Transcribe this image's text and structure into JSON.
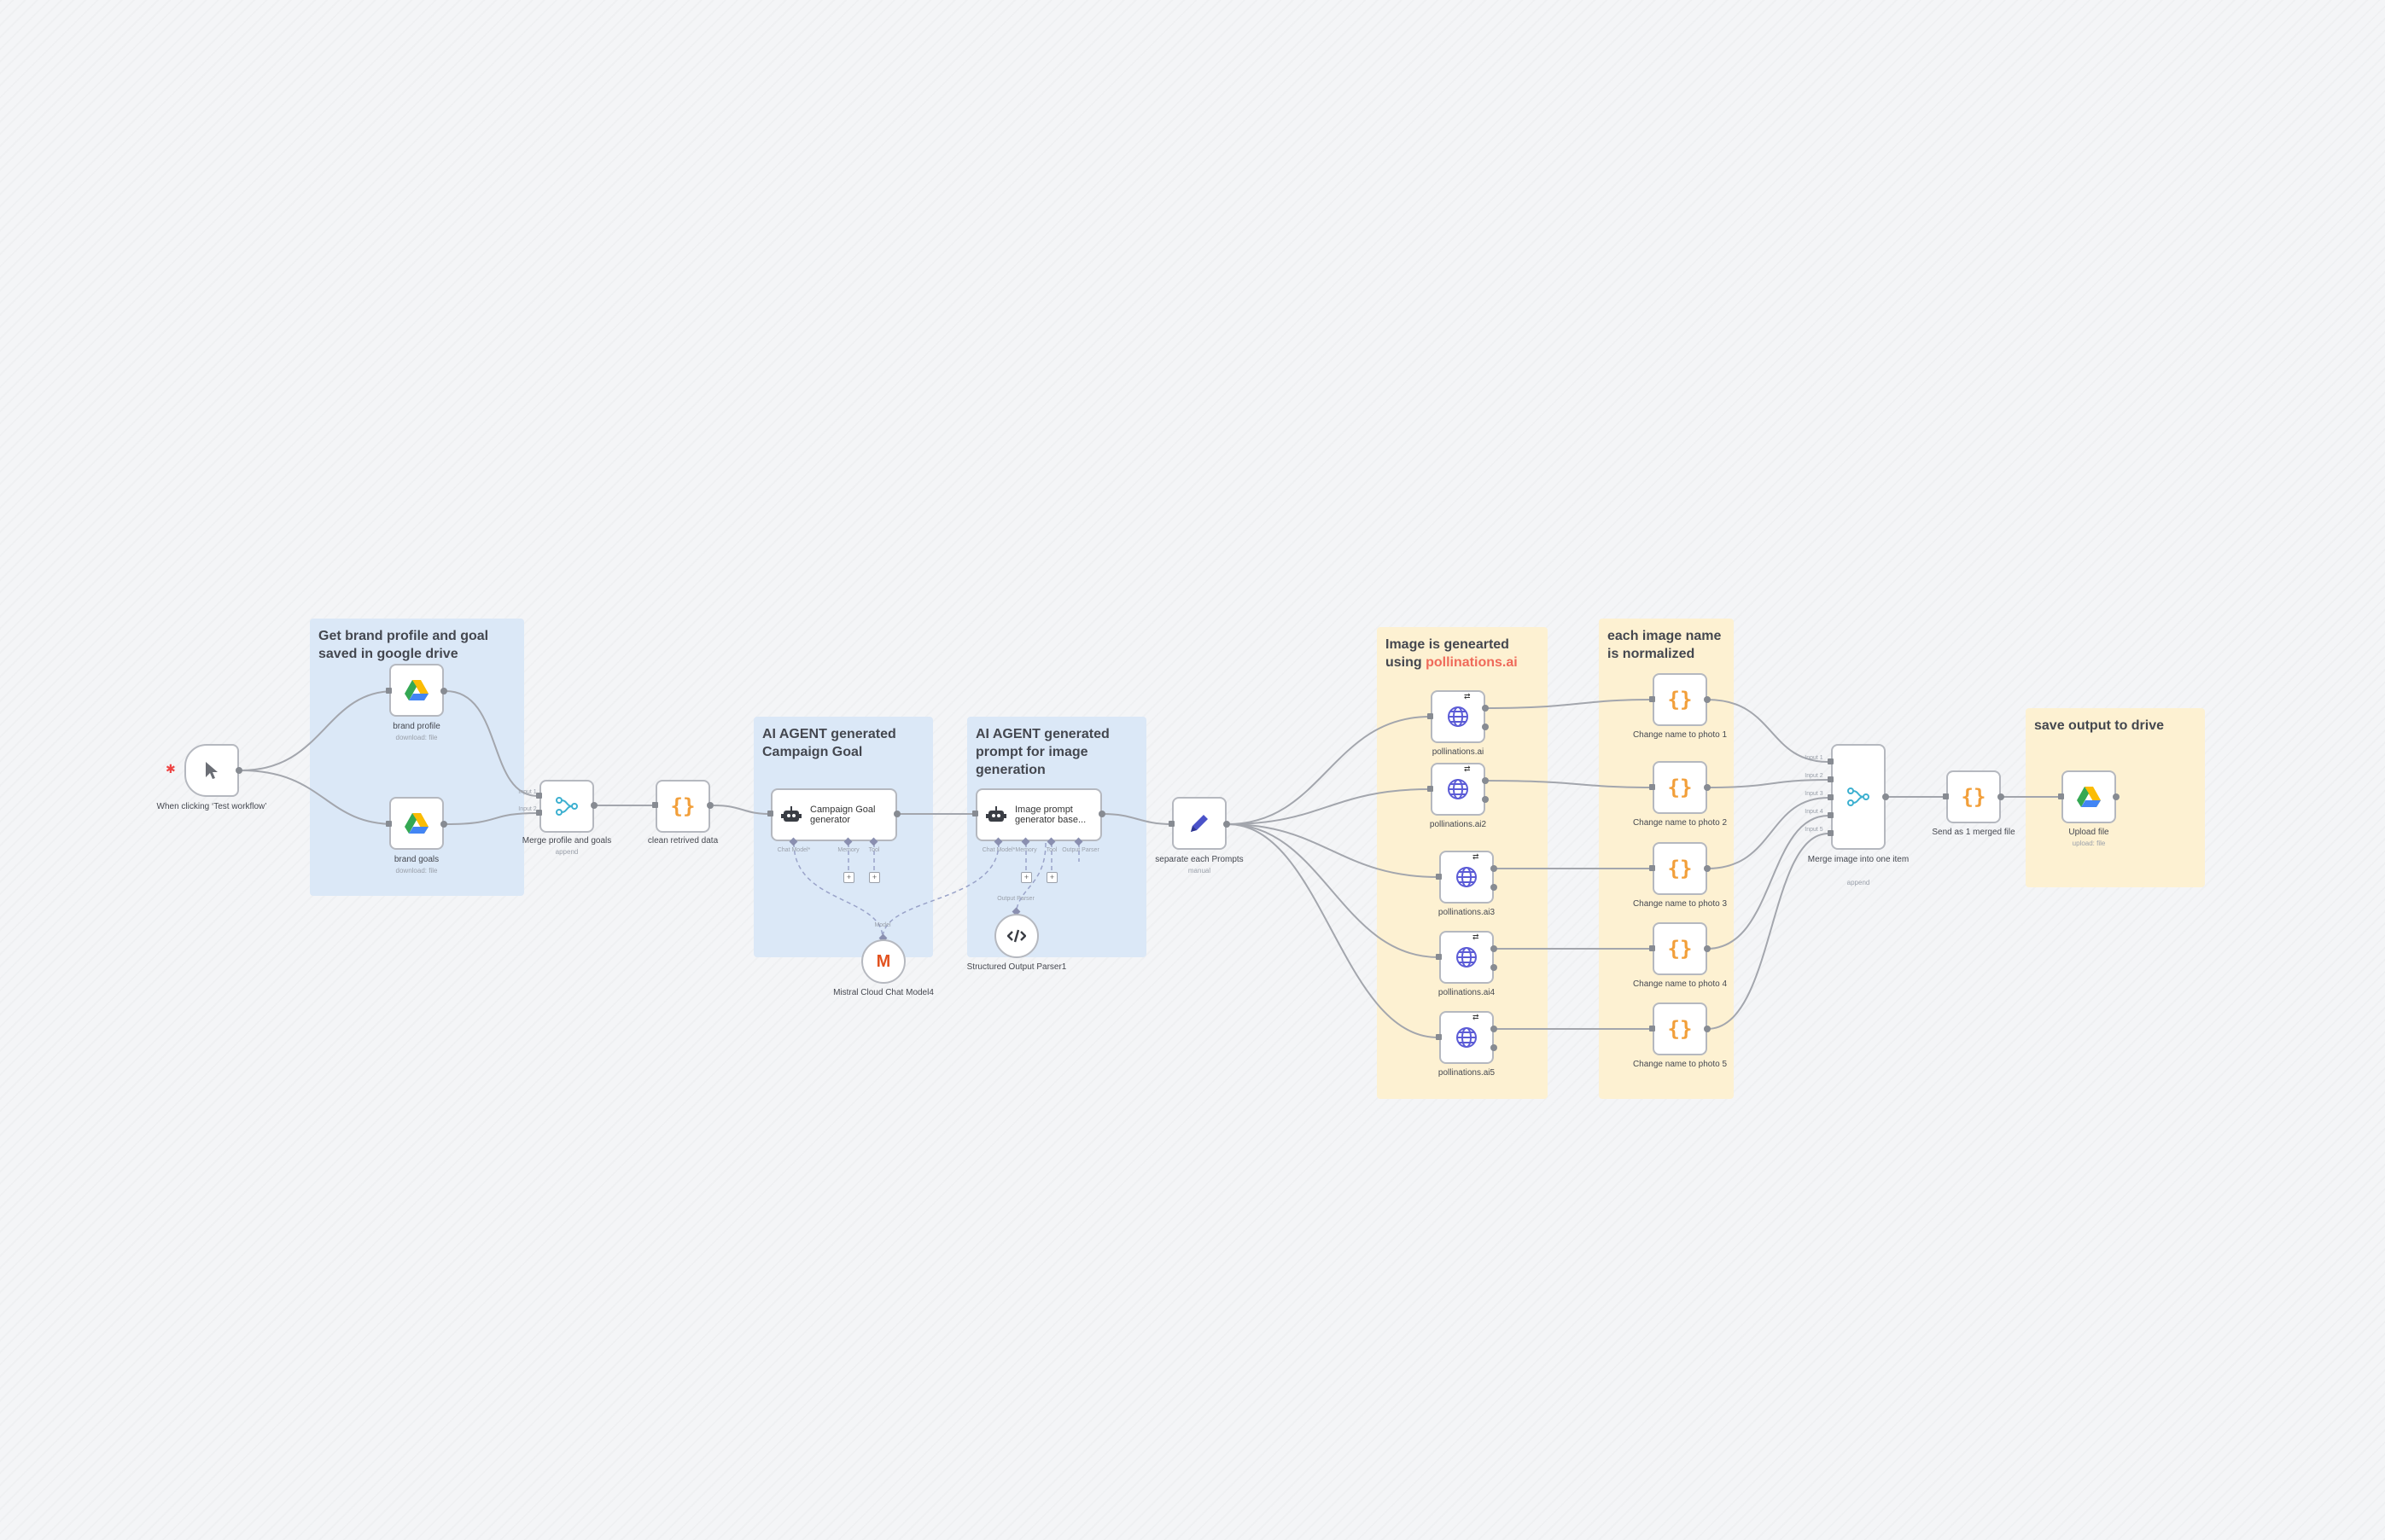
{
  "app": {
    "name": "n8n workflow editor"
  },
  "stickies": [
    {
      "id": "drive-note",
      "title": "Get brand profile and goal saved in google drive"
    },
    {
      "id": "goal-note",
      "title": "AI AGENT generated Campaign Goal"
    },
    {
      "id": "prompt-note",
      "title": "AI AGENT generated prompt for image generation"
    },
    {
      "id": "image-note",
      "title_pre": "Image is genearted using ",
      "title_accent": "pollinations.ai"
    },
    {
      "id": "name-note",
      "title": "each image name is normalized"
    },
    {
      "id": "save-note",
      "title": "save output to drive"
    }
  ],
  "nodes": {
    "trigger": {
      "label": "When clicking ‘Test workflow’",
      "icon": "cursor-icon"
    },
    "brand_profile": {
      "label": "brand profile",
      "sub": "download: file",
      "icon": "google-drive-icon"
    },
    "brand_goals": {
      "label": "brand goals",
      "sub": "download: file",
      "icon": "google-drive-icon"
    },
    "merge_profile": {
      "label": "Merge profile and goals",
      "sub": "append",
      "icon": "merge-icon"
    },
    "clean": {
      "label": "clean retrived data",
      "icon": "braces-icon"
    },
    "campaign_agent": {
      "title": "Campaign Goal generator",
      "icon": "robot-icon"
    },
    "prompt_agent": {
      "title": "Image prompt generator base...",
      "icon": "robot-icon"
    },
    "mistral": {
      "label": "Mistral Cloud Chat Model4",
      "icon": "mistral-icon"
    },
    "parser": {
      "label": "Structured Output Parser1",
      "icon": "code-icon"
    },
    "separate": {
      "label": "separate each Prompts",
      "sub": "manual",
      "icon": "pencil-icon"
    },
    "pollinations": [
      "pollinations.ai",
      "pollinations.ai2",
      "pollinations.ai3",
      "pollinations.ai4",
      "pollinations.ai5"
    ],
    "rename": [
      "Change name to photo 1",
      "Change name to photo 2",
      "Change name to photo 3",
      "Change name to photo 4",
      "Change name to photo 5"
    ],
    "merge_image": {
      "label": "Merge image into one item",
      "sub": "append",
      "icon": "merge-icon"
    },
    "send": {
      "label": "Send as 1 merged file",
      "icon": "braces-icon"
    },
    "upload": {
      "label": "Upload file",
      "sub": "upload: file",
      "icon": "google-drive-icon"
    }
  },
  "port_labels": {
    "agent_inputs": [
      "Chat Model*",
      "Memory",
      "Tool"
    ],
    "prompt_inputs": [
      "Chat Model*",
      "Memory",
      "Tool",
      "Output Parser"
    ],
    "mistral_model": "Model",
    "parser_out": "Output Parser",
    "merge_inputs": [
      "Input 1",
      "Input 2"
    ],
    "merge_image_inputs": [
      "Input 1",
      "Input 2",
      "Input 3",
      "Input 4",
      "Input 5"
    ]
  },
  "icon_glyphs": {
    "braces": "{}",
    "pencil": "✎",
    "mistral": "M",
    "http_arrow": "⇄"
  },
  "colors": {
    "sticky_blue": "#dbe8f7",
    "sticky_yellow": "#fdf1d2",
    "accent": "#ef6a5a",
    "braces": "#f29f3a",
    "globe": "#5b5bd6",
    "merge": "#3db0d0"
  }
}
